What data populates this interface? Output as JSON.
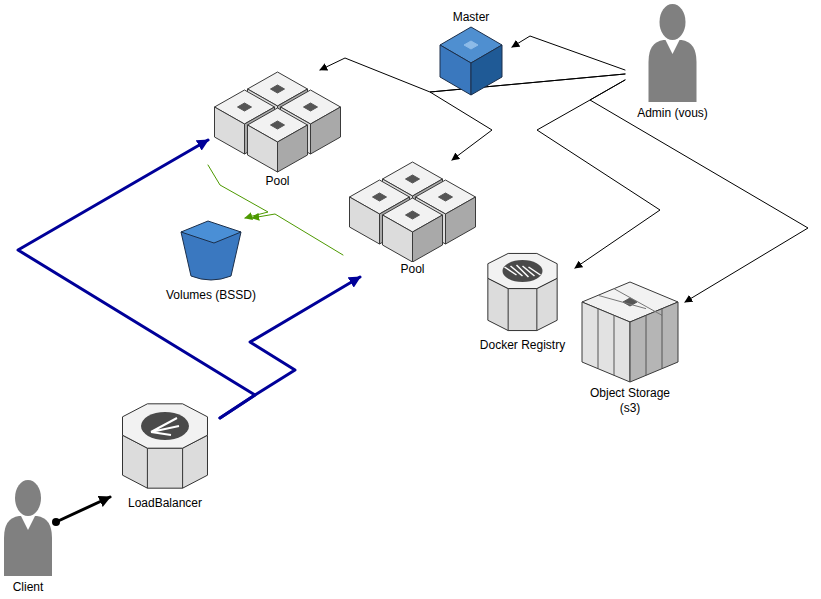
{
  "diagram": {
    "nodes": [
      {
        "text": [
          "Master"
        ]
      },
      {
        "text": [
          "Admin (vous)"
        ]
      },
      {
        "text": [
          "Pool"
        ]
      },
      {
        "text": [
          "Pool"
        ]
      },
      {
        "text": [
          "Volumes (BSSD)"
        ]
      },
      {
        "text": [
          "Docker Registry"
        ]
      },
      {
        "text": [
          "Object Storage (s3)"
        ]
      },
      {
        "text": [
          "LoadBalancer"
        ]
      },
      {
        "text": [
          "Client"
        ]
      }
    ],
    "edges": [
      {
        "from": 1,
        "to": 0,
        "arrow": "to"
      },
      {
        "from": 1,
        "to": 2,
        "arrow": "to"
      },
      {
        "from": 1,
        "to": 3,
        "arrow": "to"
      },
      {
        "from": 1,
        "to": 5,
        "arrow": "to"
      },
      {
        "from": 1,
        "to": 6,
        "arrow": "to"
      },
      {
        "from": 2,
        "to": 4,
        "arrow": "to"
      },
      {
        "from": 3,
        "to": 4,
        "arrow": "to"
      },
      {
        "from": 7,
        "to": 2,
        "arrow": "to"
      },
      {
        "from": 7,
        "to": 3,
        "arrow": "to"
      },
      {
        "from": 8,
        "to": 7,
        "arrow": "to"
      }
    ]
  }
}
